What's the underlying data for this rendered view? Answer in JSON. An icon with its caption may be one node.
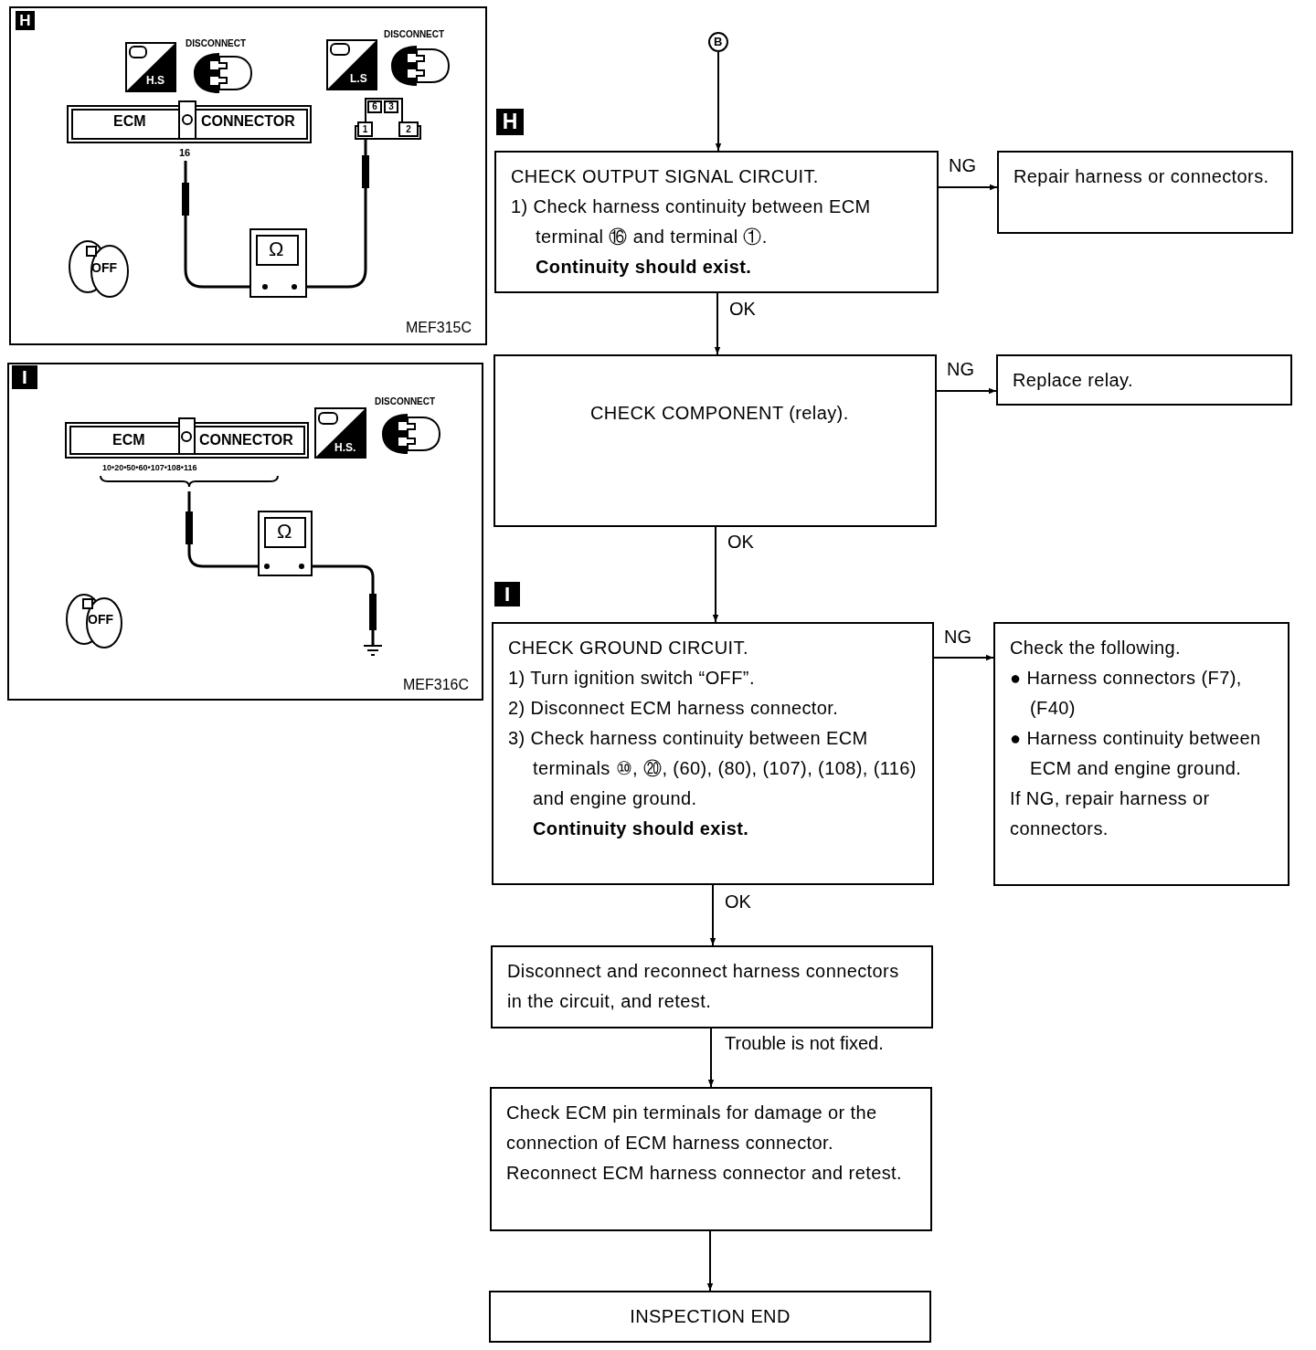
{
  "diagram": {
    "nodes": [
      {
        "text": [
          "B"
        ]
      },
      {
        "text": [
          "CHECK OUTPUT SIGNAL CIRCUIT.",
          "1) Check harness continuity between ECM terminal ⑯ and terminal ①.",
          "Continuity should exist."
        ]
      },
      {
        "text": [
          "Repair harness or connectors."
        ]
      },
      {
        "text": [
          "CHECK COMPONENT (relay)."
        ]
      },
      {
        "text": [
          "Replace relay."
        ]
      },
      {
        "text": [
          "CHECK GROUND CIRCUIT.",
          "1) Turn ignition switch “OFF”.",
          "2) Disconnect ECM harness connector.",
          "3) Check harness continuity between ECM terminals ⑩, ⑳, (60), (80), (107), (108), (116) and engine ground.",
          "Continuity should exist."
        ]
      },
      {
        "text": [
          "Check the following.",
          "● Harness connectors (F7), (F40)",
          "● Harness continuity between ECM and engine ground.",
          "If NG, repair harness or connectors."
        ]
      },
      {
        "text": [
          "Disconnect and reconnect harness connectors in the circuit, and retest."
        ]
      },
      {
        "text": [
          "Check ECM pin terminals for damage or the connection of ECM harness connector. Reconnect ECM harness connector and retest."
        ]
      },
      {
        "text": [
          "INSPECTION END"
        ]
      }
    ],
    "edges": [
      {
        "from": 0,
        "to": 1,
        "arrow": "to"
      },
      {
        "from": 1,
        "to": 2,
        "arrow": "to",
        "label": "NG"
      },
      {
        "from": 1,
        "to": 3,
        "arrow": "to",
        "label": "OK"
      },
      {
        "from": 3,
        "to": 4,
        "arrow": "to",
        "label": "NG"
      },
      {
        "from": 3,
        "to": 5,
        "arrow": "to",
        "label": "OK"
      },
      {
        "from": 5,
        "to": 6,
        "arrow": "to",
        "label": "NG"
      },
      {
        "from": 5,
        "to": 7,
        "arrow": "to",
        "label": "OK"
      },
      {
        "from": 7,
        "to": 8,
        "arrow": "to",
        "label": "Trouble is not fixed."
      },
      {
        "from": 8,
        "to": 9,
        "arrow": "to"
      }
    ],
    "labels": [
      "H",
      "H.S",
      "DISCONNECT",
      "L.S",
      "DISCONNECT",
      "ECM",
      "CONNECTOR",
      "6",
      "3",
      "1",
      "2",
      "16",
      "Ω",
      "OFF",
      "MEF315C",
      "I",
      "ECM",
      "CONNECTOR",
      "H.S.",
      "DISCONNECT",
      "10•20•50•60•107•108•116",
      "Ω",
      "OFF",
      "MEF316C",
      "H",
      "I"
    ]
  }
}
